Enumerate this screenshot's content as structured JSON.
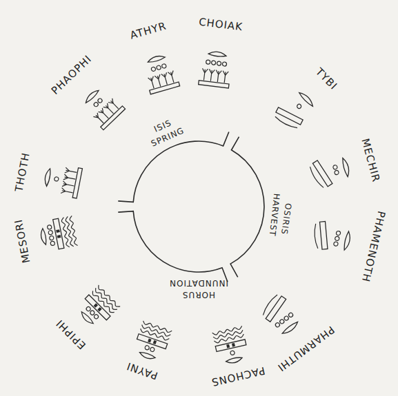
{
  "diagram": {
    "labels": [
      "THOTH",
      "PHAOPHI",
      "ATHYR",
      "CHOIAK",
      "TYBI",
      "MECHIR",
      "PHAMENOTH",
      "PHARMUTHI",
      "PACHONS",
      "PAYNI",
      "EPIPHI",
      "MESORI",
      "ISIS",
      "SPRING",
      "OSIRIS",
      "HARVEST",
      "HORUS",
      "INUNDATION"
    ]
  }
}
